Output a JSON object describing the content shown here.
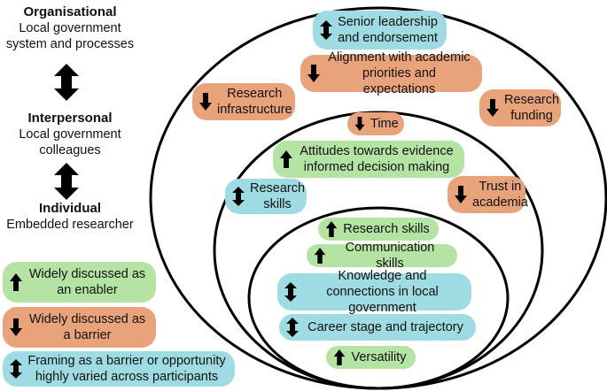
{
  "colors": {
    "enabler": "#b5e3a3",
    "barrier": "#e9a37a",
    "varied": "#9fdbe2"
  },
  "levels": {
    "organisational": {
      "title": "Organisational",
      "subtitle": "Local government system and processes"
    },
    "interpersonal": {
      "title": "Interpersonal",
      "subtitle": "Local government colleagues"
    },
    "individual": {
      "title": "Individual",
      "subtitle": "Embedded researcher"
    }
  },
  "legend": [
    {
      "type": "enabler",
      "icon": "up-arrow-icon",
      "label": "Widely discussed as an enabler"
    },
    {
      "type": "barrier",
      "icon": "down-arrow-icon",
      "label": "Widely discussed as a barrier"
    },
    {
      "type": "varied",
      "icon": "double-arrow-icon",
      "label": "Framing as a barrier or opportunity highly varied across participants"
    }
  ],
  "organisational_factors": [
    {
      "label": "Senior leadership and endorsement",
      "type": "varied",
      "icon": "double-arrow-icon"
    },
    {
      "label": "Alignment with academic priorities and expectations",
      "type": "barrier",
      "icon": "down-arrow-icon"
    },
    {
      "label": "Research infrastructure",
      "type": "barrier",
      "icon": "down-arrow-icon"
    },
    {
      "label": "Research funding",
      "type": "barrier",
      "icon": "down-arrow-icon"
    }
  ],
  "interpersonal_factors": [
    {
      "label": "Time",
      "type": "barrier",
      "icon": "down-arrow-icon"
    },
    {
      "label": "Attitudes towards evidence informed decision making",
      "type": "enabler",
      "icon": "up-arrow-icon"
    },
    {
      "label": "Research skills",
      "type": "varied",
      "icon": "double-arrow-icon"
    },
    {
      "label": "Trust in academia",
      "type": "barrier",
      "icon": "down-arrow-icon"
    }
  ],
  "individual_factors": [
    {
      "label": "Research skills",
      "type": "enabler",
      "icon": "up-arrow-icon"
    },
    {
      "label": "Communication skills",
      "type": "enabler",
      "icon": "up-arrow-icon"
    },
    {
      "label": "Knowledge and connections in local government",
      "type": "varied",
      "icon": "double-arrow-icon"
    },
    {
      "label": "Career stage and trajectory",
      "type": "varied",
      "icon": "double-arrow-icon"
    },
    {
      "label": "Versatility",
      "type": "enabler",
      "icon": "up-arrow-icon"
    }
  ]
}
